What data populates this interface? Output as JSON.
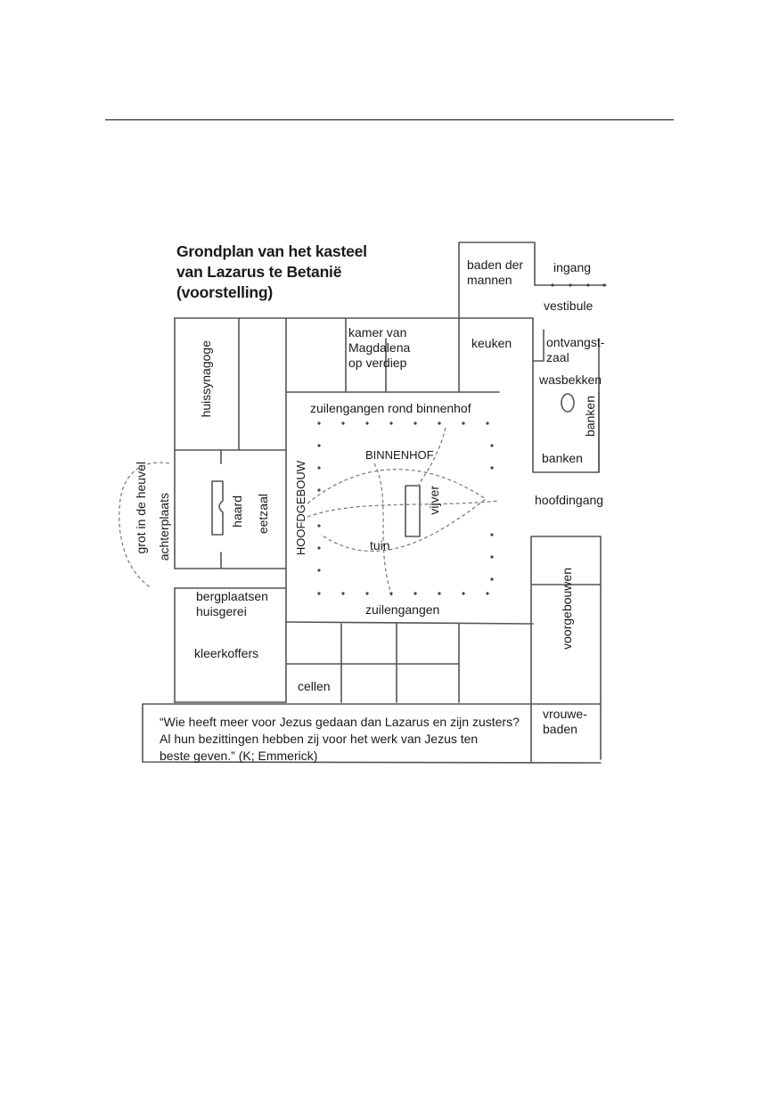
{
  "title": {
    "line1": "Grondplan van het kasteel",
    "line2": "van Lazarus te Betanië",
    "line3": "(voorstelling)"
  },
  "rooms": {
    "baden_der_mannen": {
      "line1": "baden der",
      "line2": "mannen"
    },
    "ingang": "ingang",
    "vestibule": "vestibule",
    "ontvangstzaal": {
      "line1": "ontvangst-",
      "line2": "zaal"
    },
    "wasbekken": "wasbekken",
    "banken_vertical": "banken",
    "banken": "banken",
    "keuken": "keuken",
    "kamer_van_magdalena": {
      "line1": "kamer van",
      "line2": "Magdalena",
      "line3": "op verdiep"
    },
    "huissynagoge": "huissynagoge",
    "zuilengangen_rond_binnenhof": "zuilengangen rond binnenhof",
    "binnenhof": "BINNENHOF",
    "hoofdgebouw": "HOOFDGEBOUW",
    "haard": "haard",
    "eetzaal": "eetzaal",
    "vijver": "vijver",
    "tuin": "tuin",
    "hoofdingang": "hoofdingang",
    "grot_in_de_heuvel": "grot in de heuvel",
    "achterplaats": "achterplaats",
    "bergplaatsen_huisgerei": {
      "line1": "bergplaatsen",
      "line2": "huisgerei"
    },
    "zuilengangen": "zuilengangen",
    "voorgebouwen": "voorgebouwen",
    "kleerkoffers": "kleerkoffers",
    "cellen": "cellen",
    "vrouwebaden": {
      "line1": "vrouwe-",
      "line2": "baden"
    }
  },
  "quote": {
    "line1": "“Wie heeft meer voor Jezus gedaan dan Lazarus en zijn zusters?",
    "line2": "Al hun bezittingen hebben zij voor het werk van Jezus ten",
    "line3": "beste geven.” (K; Emmerick)"
  }
}
